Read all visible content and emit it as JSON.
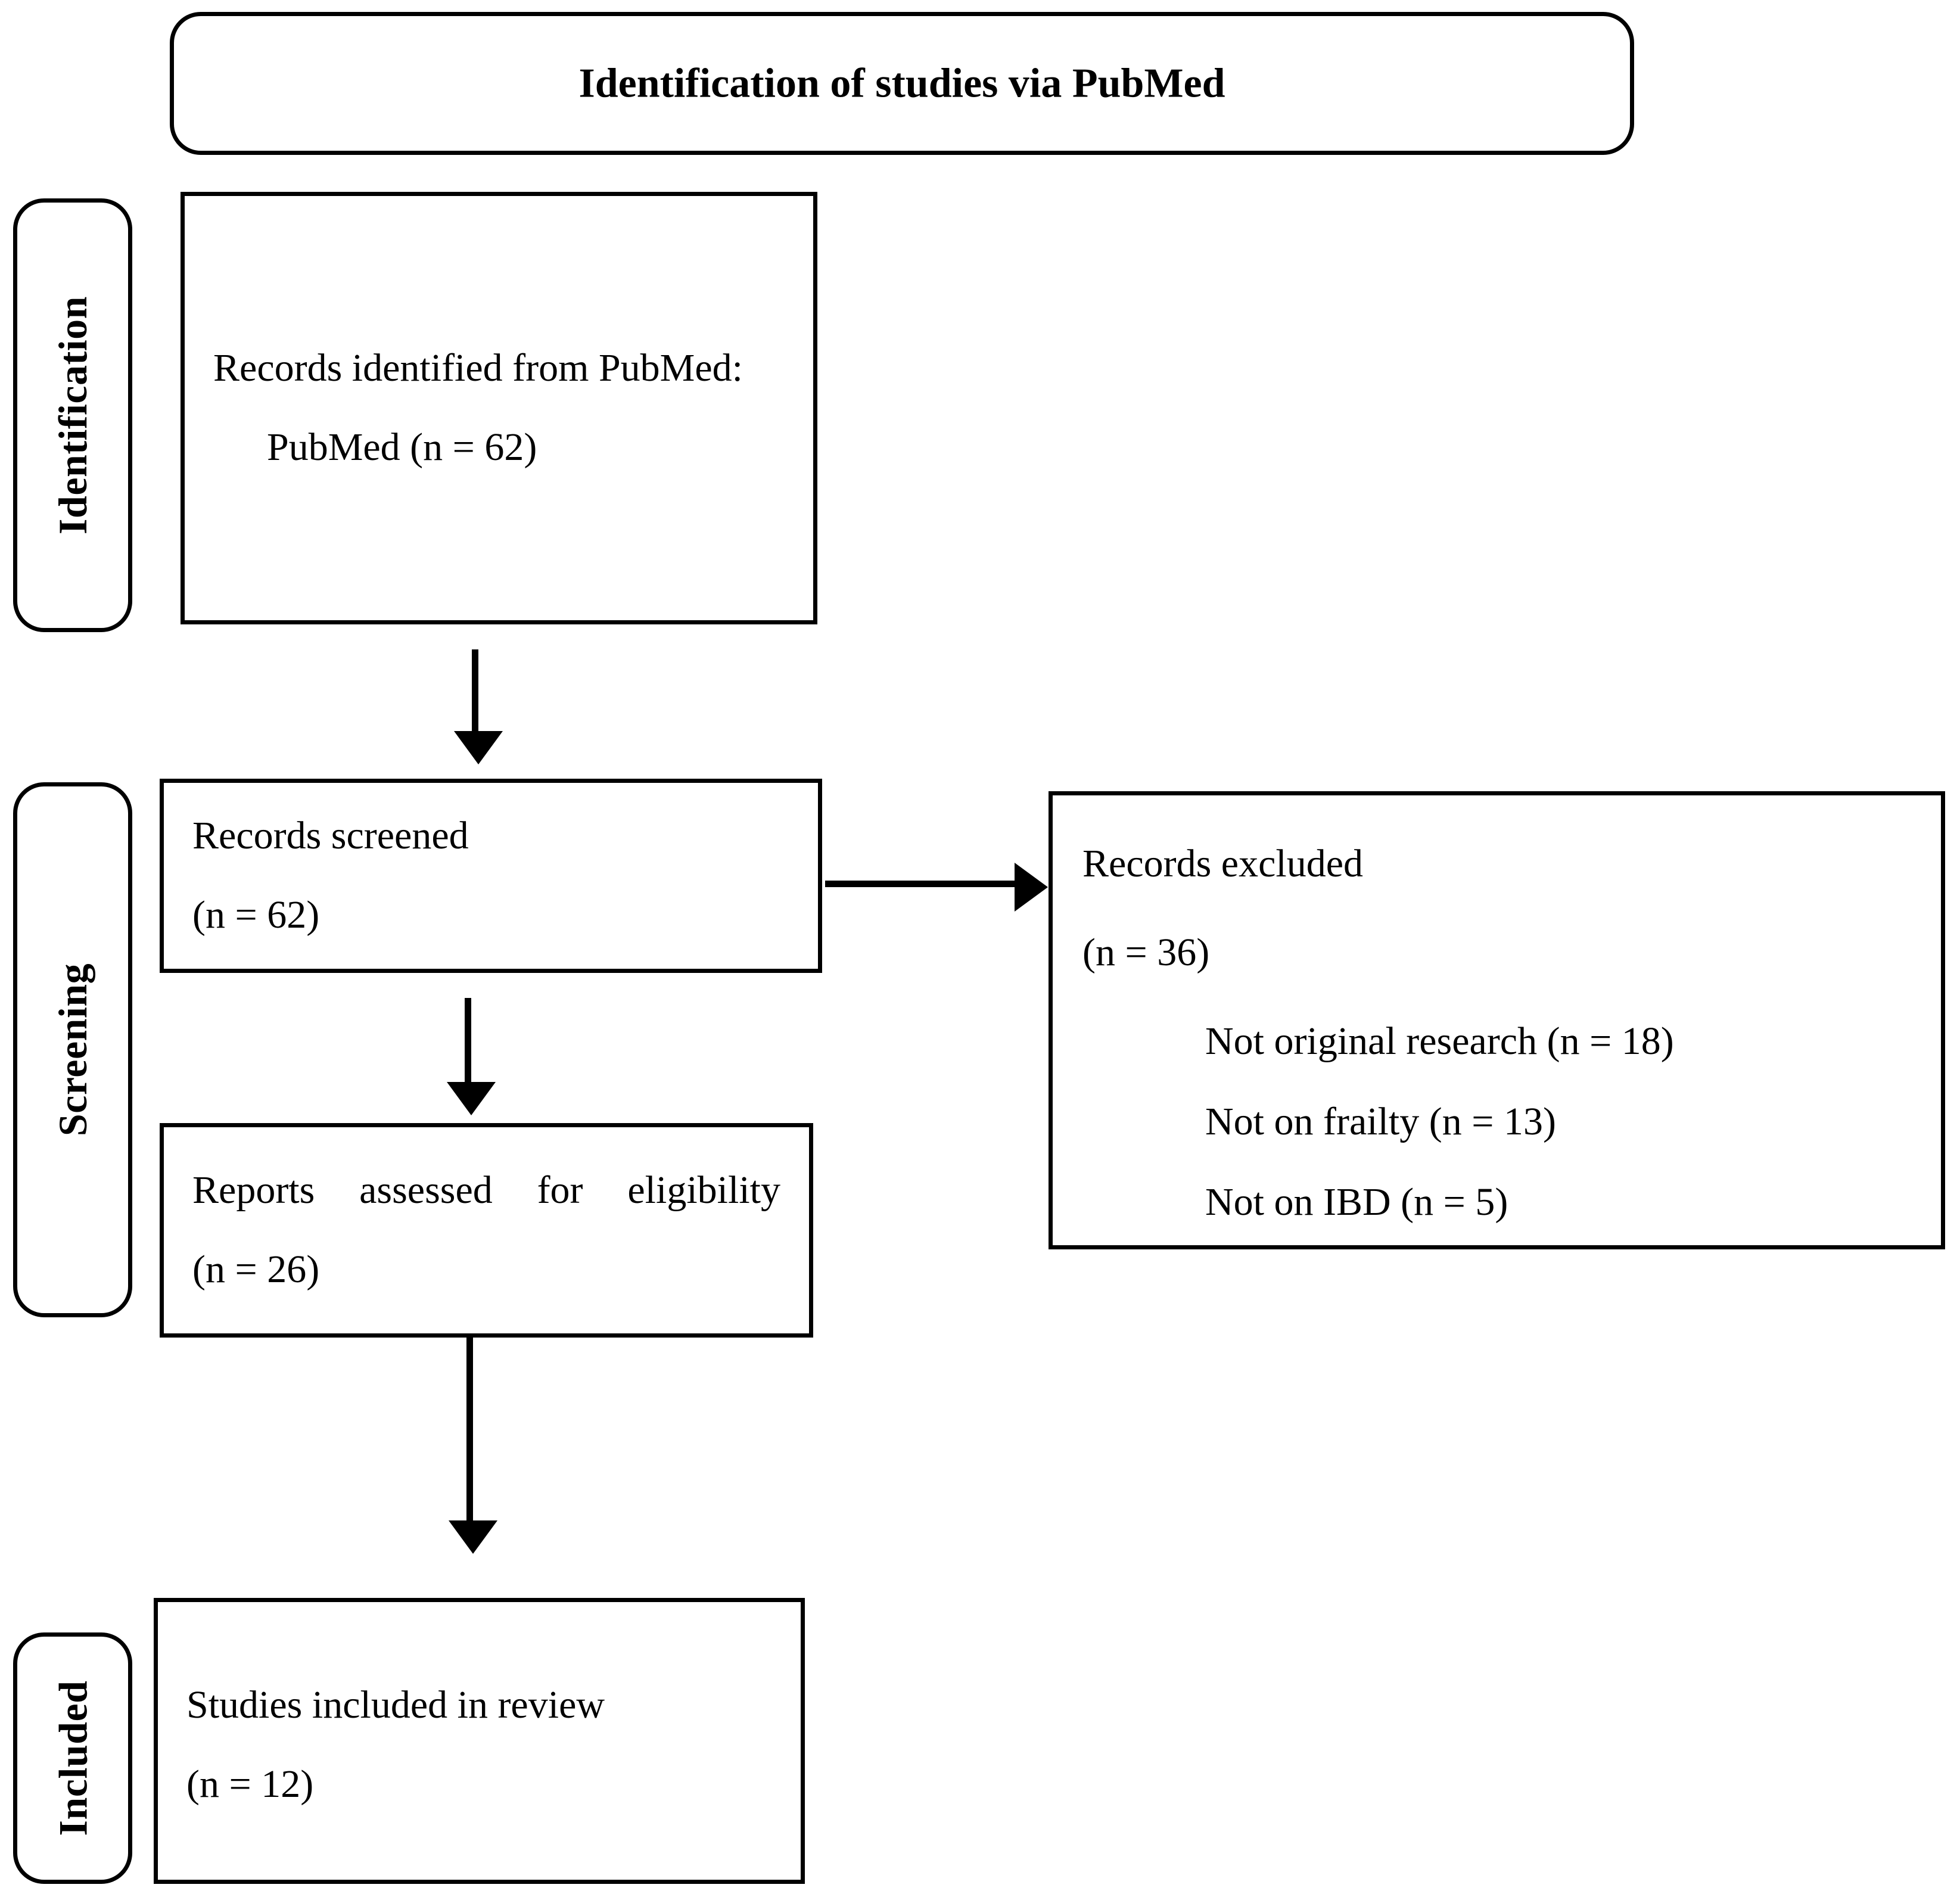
{
  "diagram": {
    "type": "prisma-flow-diagram",
    "title": "Identification of studies via PubMed"
  },
  "stages": [
    {
      "key": "identification",
      "label": "Identification"
    },
    {
      "key": "screening",
      "label": "Screening"
    },
    {
      "key": "included",
      "label": "Included"
    }
  ],
  "boxes": {
    "identified": {
      "line1": "Records identified from PubMed:",
      "line2": "PubMed (n = 62)"
    },
    "screened": {
      "line1": "Records screened",
      "line2": "(n = 62)"
    },
    "excluded": {
      "line1": "Records excluded",
      "line2": "(n = 36)",
      "reasons": [
        "Not original research (n = 18)",
        "Not on frailty (n = 13)",
        "Not on IBD (n = 5)"
      ]
    },
    "eligibility": {
      "line1": "Reports assessed for eligibility",
      "line2": "(n = 26)"
    },
    "included": {
      "line1": "Studies included in review",
      "line2": "(n = 12)"
    }
  },
  "counts": {
    "records_identified_pubmed": 62,
    "records_screened": 62,
    "records_excluded_total": 36,
    "excluded_not_original_research": 18,
    "excluded_not_on_frailty": 13,
    "excluded_not_on_ibd": 5,
    "reports_assessed_for_eligibility": 26,
    "studies_included_in_review": 12
  },
  "colors": {
    "stroke": "#000000",
    "fill": "#ffffff",
    "text": "#000000"
  }
}
